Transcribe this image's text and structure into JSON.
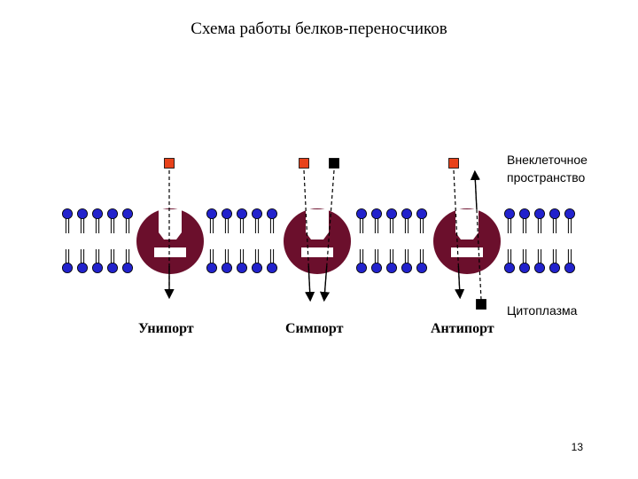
{
  "title": "Схема работы белков-переносчиков",
  "regions": {
    "extracellular_line1": "Внеклеточное",
    "extracellular_line2": "пространство",
    "cytoplasm": "Цитоплазма"
  },
  "transporters": [
    {
      "label": "Унипорт"
    },
    {
      "label": "Симпорт"
    },
    {
      "label": "Антипорт"
    }
  ],
  "page_number": "13",
  "colors": {
    "protein": "#6b0f2c",
    "lipid_head": "#2222cc",
    "molecule_a": "#e8421a",
    "molecule_b": "#000000"
  }
}
